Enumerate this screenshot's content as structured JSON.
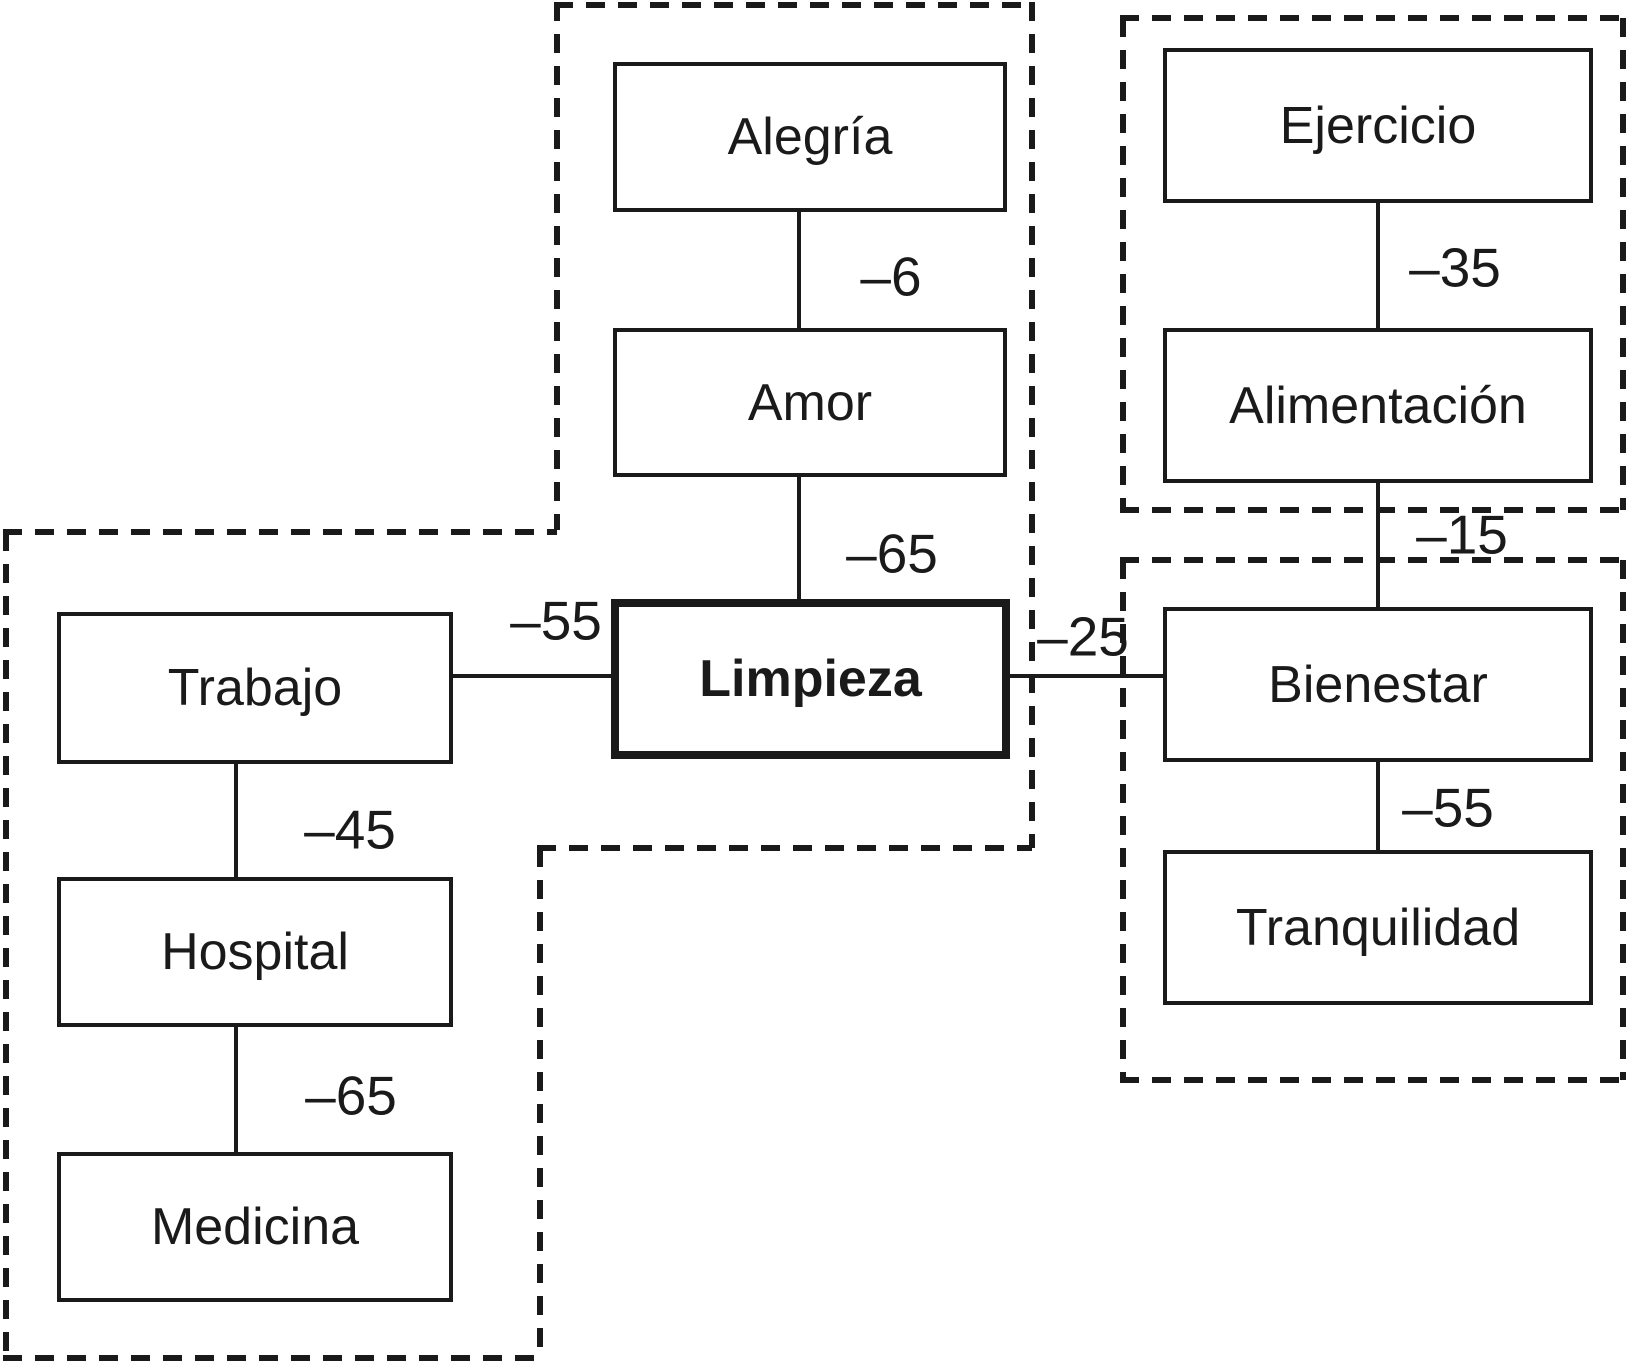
{
  "diagram": {
    "background_color": "#ffffff",
    "line_color": "#1a1a1a",
    "nodes": {
      "alegria": {
        "label": "Alegría"
      },
      "amor": {
        "label": "Amor"
      },
      "limpieza": {
        "label": "Limpieza",
        "emphasis": "bold"
      },
      "trabajo": {
        "label": "Trabajo"
      },
      "hospital": {
        "label": "Hospital"
      },
      "medicina": {
        "label": "Medicina"
      },
      "ejercicio": {
        "label": "Ejercicio"
      },
      "alimentacion": {
        "label": "Alimentación"
      },
      "bienestar": {
        "label": "Bienestar"
      },
      "tranquilidad": {
        "label": "Tranquilidad"
      }
    },
    "edges": {
      "alegria_amor": {
        "from": "alegria",
        "to": "amor",
        "weight": "–6"
      },
      "amor_limpieza": {
        "from": "amor",
        "to": "limpieza",
        "weight": "–65"
      },
      "trabajo_limpieza": {
        "from": "trabajo",
        "to": "limpieza",
        "weight": "–55"
      },
      "trabajo_hospital": {
        "from": "trabajo",
        "to": "hospital",
        "weight": "–45"
      },
      "hospital_medicina": {
        "from": "hospital",
        "to": "medicina",
        "weight": "–65"
      },
      "limpieza_bienestar": {
        "from": "limpieza",
        "to": "bienestar",
        "weight": "–25"
      },
      "ejercicio_alimentacion": {
        "from": "ejercicio",
        "to": "alimentacion",
        "weight": "–35"
      },
      "alimentacion_bienestar": {
        "from": "alimentacion",
        "to": "bienestar",
        "weight": "–15"
      },
      "bienestar_tranquilidad": {
        "from": "bienestar",
        "to": "tranquilidad",
        "weight": "–55"
      }
    },
    "clusters": [
      {
        "id": "left",
        "members": [
          "trabajo",
          "hospital",
          "medicina"
        ]
      },
      {
        "id": "middle",
        "members": [
          "alegria",
          "amor",
          "limpieza"
        ]
      },
      {
        "id": "right_top",
        "members": [
          "ejercicio",
          "alimentacion"
        ]
      },
      {
        "id": "right_bottom",
        "members": [
          "bienestar",
          "tranquilidad"
        ]
      }
    ]
  }
}
